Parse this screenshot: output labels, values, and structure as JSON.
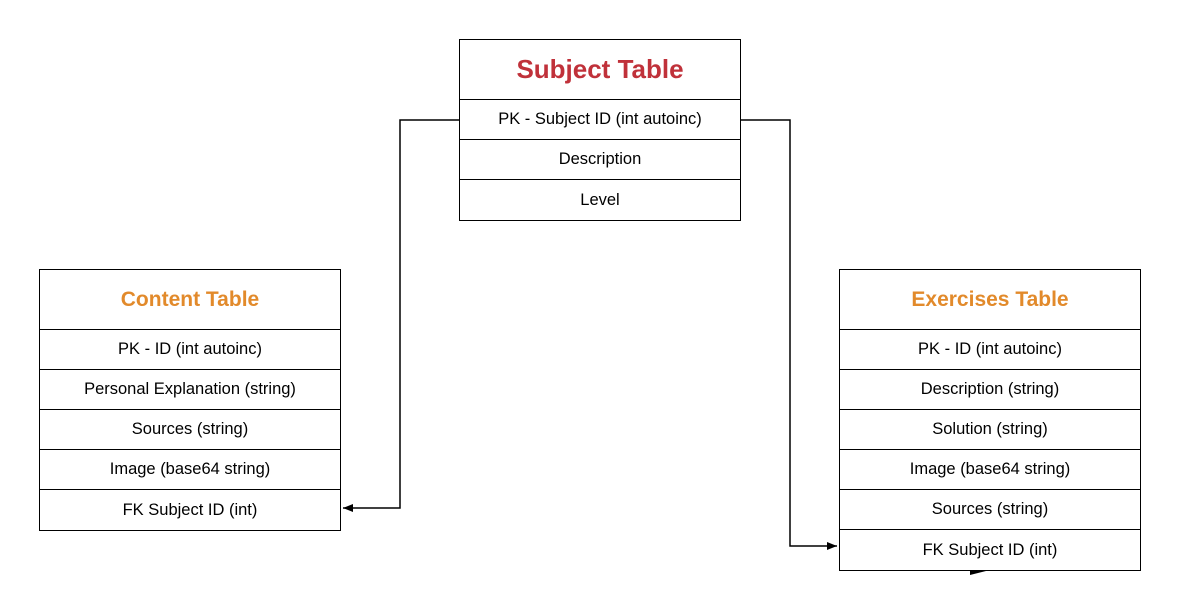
{
  "colors": {
    "primary_title": "#c0313a",
    "secondary_title": "#e28a2b",
    "line": "#000000"
  },
  "tables": {
    "subject": {
      "title": "Subject Table",
      "fields": [
        "PK - Subject ID (int autoinc)",
        "Description",
        "Level"
      ]
    },
    "content": {
      "title": "Content Table",
      "fields": [
        "PK - ID (int autoinc)",
        "Personal Explanation (string)",
        "Sources (string)",
        "Image (base64 string)",
        "FK Subject ID (int)"
      ]
    },
    "exercises": {
      "title": "Exercises Table",
      "fields": [
        "PK - ID (int autoinc)",
        "Description (string)",
        "Solution (string)",
        "Image (base64 string)",
        "Sources (string)",
        "FK Subject ID (int)"
      ]
    }
  }
}
